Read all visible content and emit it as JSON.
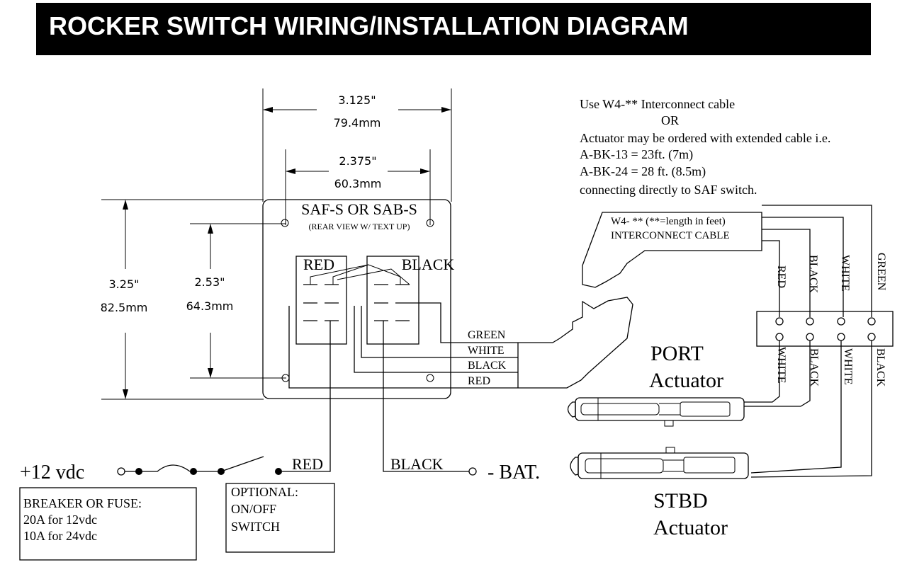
{
  "header": {
    "title": "ROCKER SWITCH WIRING/INSTALLATION DIAGRAM"
  },
  "dimensions": {
    "overall_width_in": "3.125\"",
    "overall_width_mm": "79.4mm",
    "inner_width_in": "2.375\"",
    "inner_width_mm": "60.3mm",
    "overall_height_in": "3.25\"",
    "overall_height_mm": "82.5mm",
    "inner_height_in": "2.53\"",
    "inner_height_mm": "64.3mm"
  },
  "switch": {
    "title": "SAF-S OR SAB-S",
    "subtitle": "(REAR VIEW W/ TEXT UP)",
    "left_rocker_label": "RED",
    "right_rocker_label": "BLACK"
  },
  "harness_wires": [
    "GREEN",
    "WHITE",
    "BLACK",
    "RED"
  ],
  "note": {
    "line1": "Use W4-** Interconnect cable",
    "line2": "OR",
    "line3": "Actuator may be ordered with extended cable i.e.",
    "line4": "A-BK-13 = 23ft. (7m)",
    "line5": "A-BK-24 = 28 ft. (8.5m)",
    "line6": "connecting directly to SAF switch."
  },
  "cable": {
    "line1": "W4- ** (**=length in feet)",
    "line2": "INTERCONNECT CABLE"
  },
  "terminal_top_labels": [
    "RED",
    "BLACK",
    "WHITE",
    "GREEN"
  ],
  "terminal_bottom_labels": [
    "WHITE",
    "BLACK",
    "WHITE",
    "BLACK"
  ],
  "port": {
    "line1": "PORT",
    "line2": "Actuator"
  },
  "stbd": {
    "line1": "STBD",
    "line2": "Actuator"
  },
  "power": {
    "supply": "+12 vdc",
    "red_label": "RED",
    "black_label": "BLACK",
    "battery": "- BAT."
  },
  "breaker_box": {
    "line1": "BREAKER OR FUSE:",
    "line2": "20A for 12vdc",
    "line3": "10A for 24vdc"
  },
  "optional_box": {
    "line1": "OPTIONAL:",
    "line2": "ON/OFF",
    "line3": "SWITCH"
  }
}
